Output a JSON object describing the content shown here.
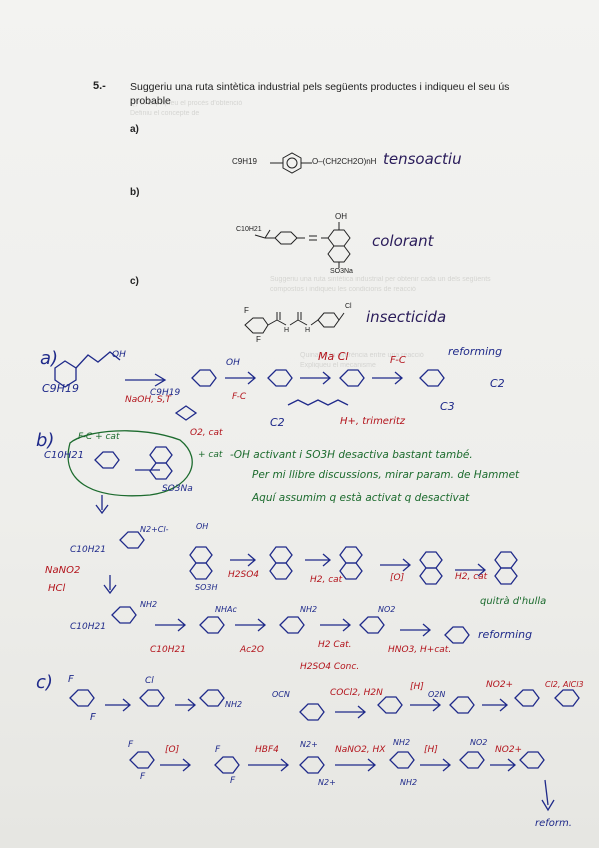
{
  "question": {
    "number": "5.-",
    "text": "Suggeriu una ruta sintètica industrial pels següents productes i indiqueu el seu ús probable"
  },
  "parts": {
    "a": {
      "label": "a)",
      "formula_left": "C9H19",
      "formula_right": "O–(CH2CH2O)nH",
      "use": "tensoactiu"
    },
    "b": {
      "label": "b)",
      "formula_alkyl": "C10H21",
      "formula_oh": "OH",
      "formula_so3": "SO3Na",
      "use": "colorant"
    },
    "c": {
      "label": "c)",
      "sub_f1": "F",
      "sub_f2": "F",
      "sub_h1": "H",
      "sub_h2": "H",
      "sub_cl": "Cl",
      "use": "insecticida"
    }
  },
  "handwriting": {
    "a": {
      "label": "a)",
      "alkyl": "C9H19",
      "oh": "OH",
      "step1": "Ma Cl",
      "step2": "F-C",
      "reforming": "reforming",
      "c2": "C2",
      "c3": "C3",
      "naoh": "NaOH, S,T",
      "o2": "O2, cat",
      "h_trimeritz": "H+, trimeritz",
      "fc2": "F-C",
      "c2b": "C2",
      "oh2": "OH",
      "c9": "C9H19"
    },
    "b": {
      "label": "b)",
      "alkyl": "C10H21",
      "fc_top": "F-C + cat",
      "so3na": "SO3Na",
      "tierce": "+ cat",
      "note_line1": "-OH activant i SO3H desactiva bastant també.",
      "note_line2": "Per mi llibre discussions, mirar param. de Hammet",
      "note_line3": "Aquí assumim q està activat q desactivat",
      "diazonium": "N2+Cl-",
      "alkyl2": "C10H21",
      "naoh_hcl_1": "NaNO2",
      "naoh_hcl_2": "HCl",
      "so3h": "SO3H",
      "h2so4": "H2SO4",
      "oh_ring": "OH",
      "h2_cat": "H2, cat",
      "o_step": "[O]",
      "h2_cat2": "H2, cat",
      "quitra": "quitrà d'hulla",
      "nh2": "NH2",
      "alkyl3": "C10H21",
      "nh_ac": "NHAc",
      "nh2b": "NH2",
      "no2": "NO2",
      "pd_cat": "H2 Cat.",
      "hno3": "HNO3, H+cat.",
      "reforming": "reforming",
      "alkene": "C10H21",
      "acylation": "Ac2O",
      "conc": "H2SO4 Conc."
    },
    "c": {
      "label": "c)",
      "f_top": "F",
      "f_bot": "F",
      "cl1": "Cl",
      "nh2": "NH2",
      "ocn": "OCN",
      "cocl2": "COCl2, H2N",
      "h2n": "H2N",
      "h_cat": "[H]",
      "o2n": "O2N",
      "no2p": "NO2+",
      "cl_alcl3": "Cl2, AlCl3",
      "cl2": "Cl",
      "o_step": "[O]",
      "hbf4": "HBF4",
      "n2_1": "N2+",
      "nano2": "NaNO2, HX",
      "nh2b": "NH2",
      "h_step": "[H]",
      "no2a": "NO2",
      "no2b": "NO2+",
      "reform": "reform.",
      "n2_2": "N2+",
      "nh2c": "NH2",
      "fa": "F",
      "fb": "F",
      "fc": "F",
      "fd": "F"
    }
  },
  "ghost_lines": [
    "Q) 1. Expliqueu el procés d'obtenció",
    "Definiu el concepte de",
    "Suggeriu una ruta sintètica industrial per obtenir cada un dels següents",
    "compostos i indiqueu les condicions de reacció",
    "Quina és la diferència entre una reacció",
    "Expliqueu el mecanisme"
  ]
}
